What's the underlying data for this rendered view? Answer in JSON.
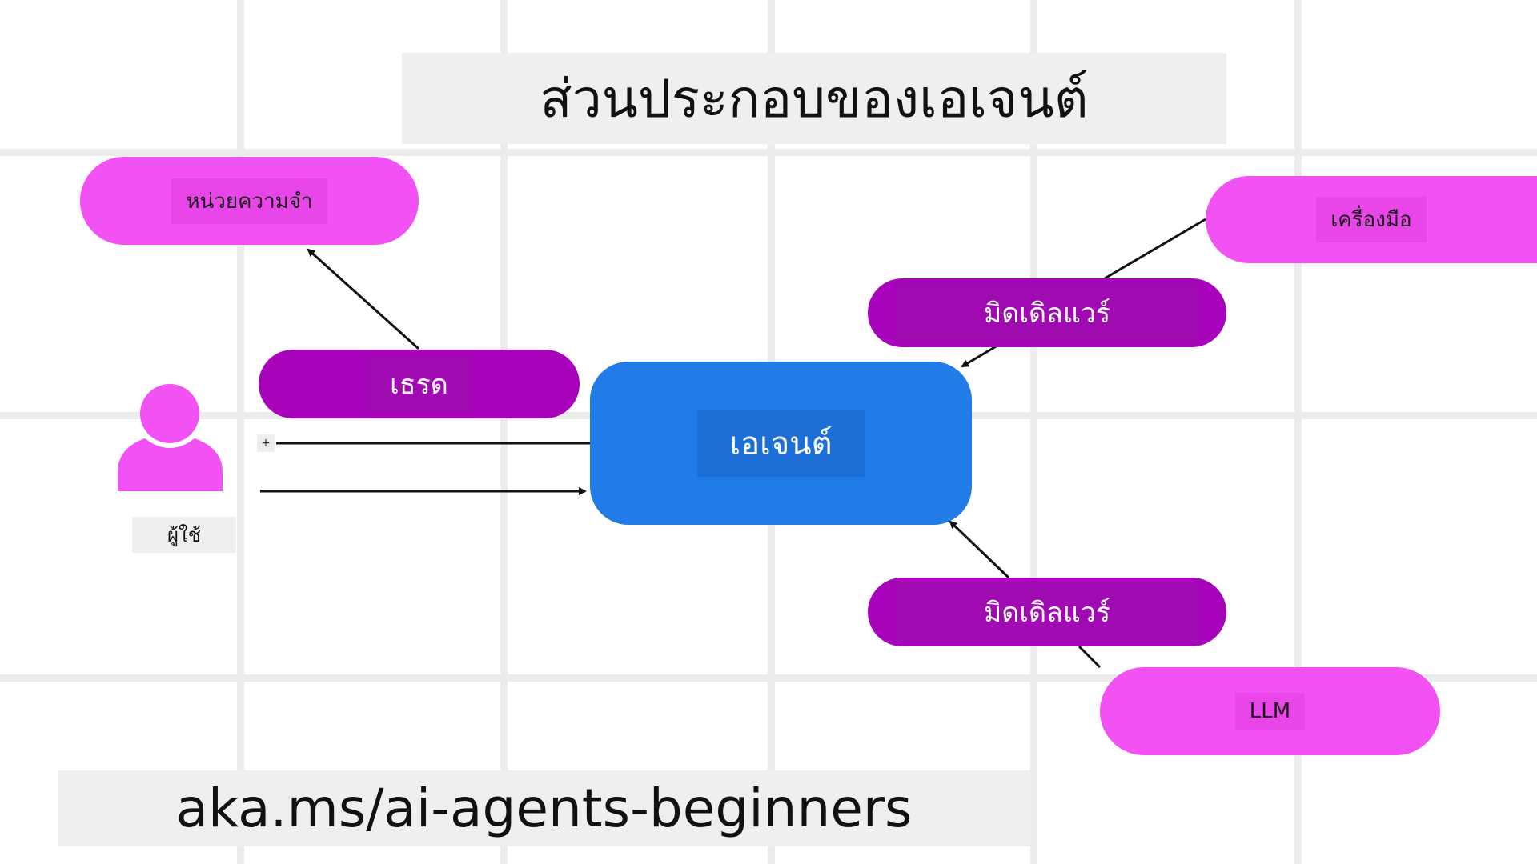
{
  "title": "ส่วนประกอบของเอเจนต์",
  "url": "aka.ms/ai-agents-beginners",
  "nodes": {
    "memory": "หน่วยความจำ",
    "thread": "เธรด",
    "agent": "เอเจนต์",
    "user": "ผู้ใช้",
    "tools": "เครื่องมือ",
    "middleware_top": "มิดเดิลแวร์",
    "middleware_bottom": "มิดเดิลแวร์",
    "llm": "LLM"
  },
  "colors": {
    "light_pill": "#f252f3",
    "dark_pill": "#a703ba",
    "agent": "#217ce7",
    "grid": "#ececec"
  },
  "icons": {
    "user": "person-icon",
    "plus": "plus-icon"
  }
}
